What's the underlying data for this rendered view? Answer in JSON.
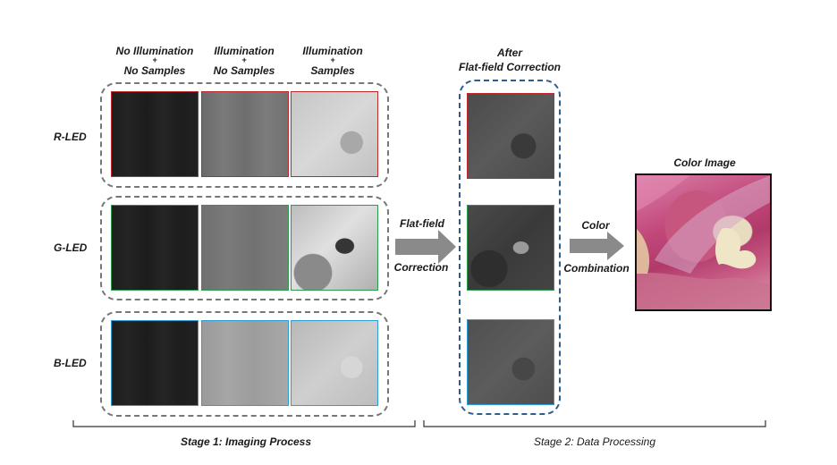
{
  "column_headers": [
    {
      "line1": "No Illumination",
      "plus": "+",
      "line2": "No Samples"
    },
    {
      "line1": "Illumination",
      "plus": "+",
      "line2": "No Samples"
    },
    {
      "line1": "Illumination",
      "plus": "+",
      "line2": "Samples"
    }
  ],
  "after_header": {
    "line1": "After",
    "line2": "Flat-field Correction"
  },
  "rows": [
    "R-LED",
    "G-LED",
    "B-LED"
  ],
  "arrow1": {
    "line1": "Flat-field",
    "line2": "Correction"
  },
  "arrow2": {
    "line1": "Color",
    "line2": "Combination"
  },
  "color_image_title": "Color Image",
  "stage1": "Stage 1: Imaging Process",
  "stage2": "Stage 2: Data Processing",
  "colors": {
    "red": "#c0282d",
    "green": "#2a9d4a",
    "blue": "#2a9ed8",
    "after_border": "#2e5e8e",
    "arrow": "#8a8a8a"
  }
}
